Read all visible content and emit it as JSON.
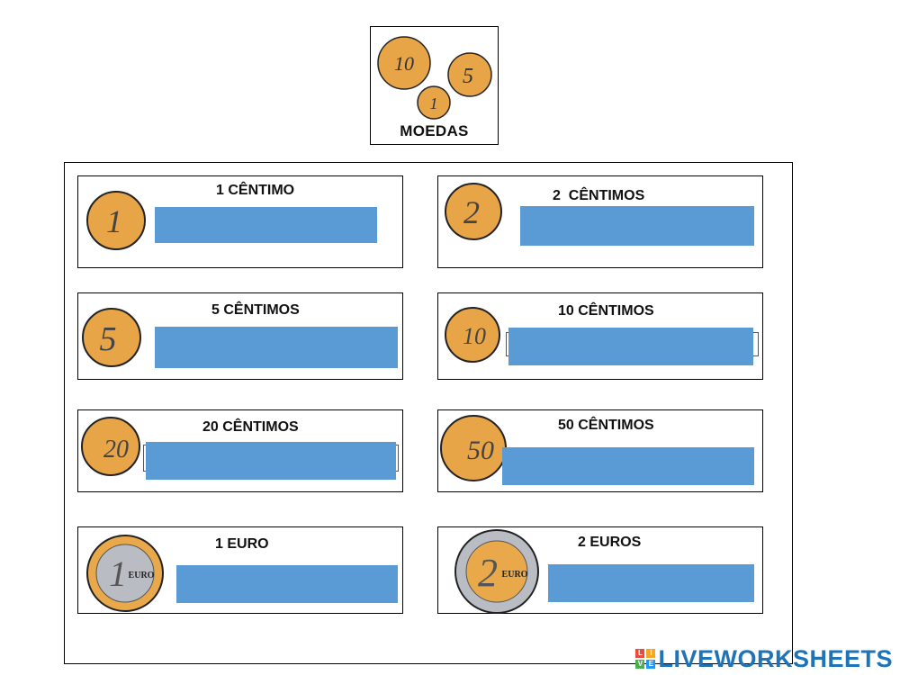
{
  "header": {
    "title": "MOEDAS"
  },
  "coins": [
    {
      "id": "1-centimo",
      "label": "1 CÊNTIMO",
      "answer": ""
    },
    {
      "id": "2-centimos",
      "label": "2  CÊNTIMOS",
      "answer": ""
    },
    {
      "id": "5-centimos",
      "label": "5 CÊNTIMOS",
      "answer": ""
    },
    {
      "id": "10-centimos",
      "label": "10 CÊNTIMOS",
      "answer": ""
    },
    {
      "id": "20-centimos",
      "label": "20 CÊNTIMOS",
      "answer": ""
    },
    {
      "id": "50-centimos",
      "label": "50 CÊNTIMOS",
      "answer": ""
    },
    {
      "id": "1-euro",
      "label": "1 EURO",
      "answer": ""
    },
    {
      "id": "2-euros",
      "label": "2 EUROS",
      "answer": ""
    }
  ],
  "coin_faces": {
    "c1": "1",
    "c2": "2",
    "c5": "5",
    "c10": "10",
    "c20": "20",
    "c50": "50",
    "e1": "1",
    "e2": "2",
    "euro": "EURO"
  },
  "header_coin_faces": {
    "a": "10",
    "b": "5",
    "c": "1"
  },
  "colors": {
    "copper": "#e8a547",
    "gold": "#e9a94a",
    "silver": "#b9bcc2",
    "answer_fill": "#5b9bd5"
  },
  "footer": {
    "brand": "LIVEWORKSHEETS",
    "mark": [
      "L",
      "I",
      "V",
      "E"
    ]
  }
}
